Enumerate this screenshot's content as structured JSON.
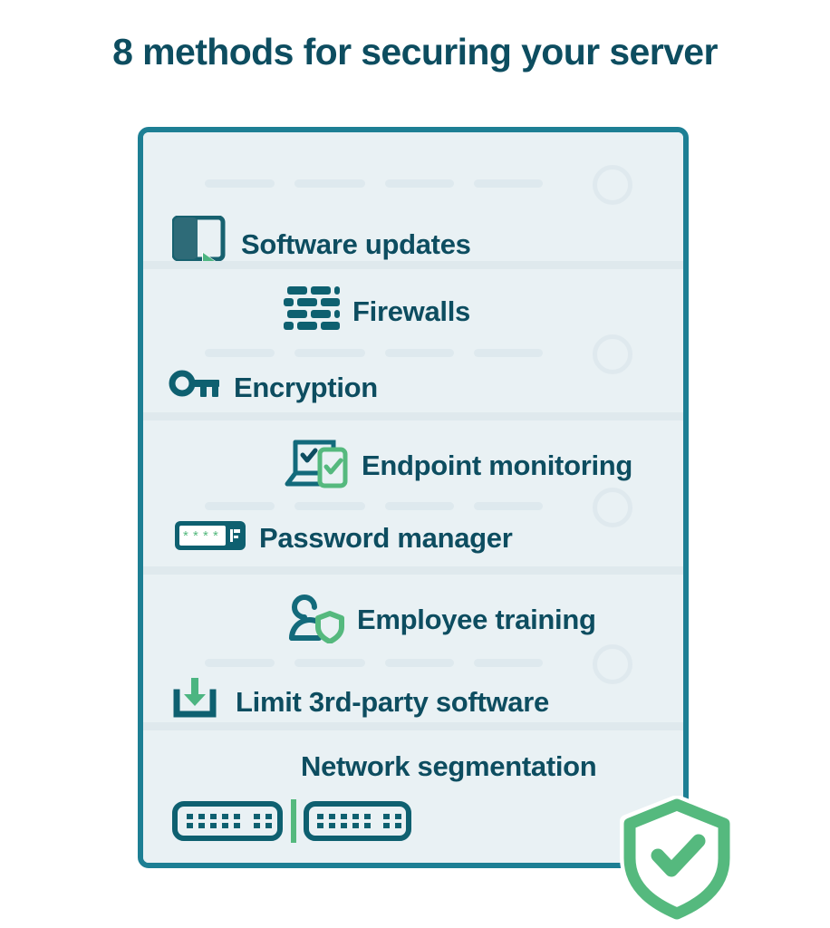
{
  "page": {
    "title": "8 methods for securing your server",
    "background": "#ffffff"
  },
  "colors": {
    "title": "#0d4d60",
    "card_border": "#1d7f94",
    "card_background": "#e9f1f4",
    "row_separator": "#dfe9ed",
    "skeleton": "#dee9ee",
    "label_text": "#0d4d60",
    "icon_teal": "#0e6070",
    "icon_dark_teal": "#17616f",
    "accent_green": "#55b97e"
  },
  "card": {
    "name": "methods-card",
    "rows": [
      {
        "name": "row-software-updates",
        "skeleton": {
          "dashes": 4,
          "circle": true
        },
        "items": [
          {
            "label": "Software updates",
            "icon": "software-window-cursor-icon",
            "align": "left"
          }
        ]
      },
      {
        "name": "row-firewalls-encryption",
        "skeleton": {
          "dashes": 4,
          "circle": true
        },
        "items": [
          {
            "label": "Firewalls",
            "icon": "brick-wall-icon",
            "align": "center"
          },
          {
            "label": "Encryption",
            "icon": "key-icon",
            "align": "left"
          }
        ]
      },
      {
        "name": "row-endpoint-password",
        "skeleton": {
          "dashes": 4,
          "circle": true
        },
        "items": [
          {
            "label": "Endpoint monitoring",
            "icon": "laptop-phone-check-icon",
            "align": "center"
          },
          {
            "label": "Password manager",
            "icon": "password-field-key-icon",
            "align": "left"
          }
        ]
      },
      {
        "name": "row-training-thirdparty",
        "skeleton": {
          "dashes": 4,
          "circle": true
        },
        "items": [
          {
            "label": "Employee training",
            "icon": "person-shield-icon",
            "align": "center"
          },
          {
            "label": "Limit 3rd-party software",
            "icon": "download-tray-icon",
            "align": "left"
          }
        ]
      },
      {
        "name": "row-network-segmentation",
        "skeleton": {
          "dashes": 0,
          "circle": false
        },
        "items": [
          {
            "label": "Network segmentation",
            "icon": "network-switches-icon",
            "align": "center"
          }
        ]
      }
    ]
  },
  "badge": {
    "name": "shield-check-badge",
    "icon": "shield-check-icon",
    "color": "#55b97e"
  }
}
